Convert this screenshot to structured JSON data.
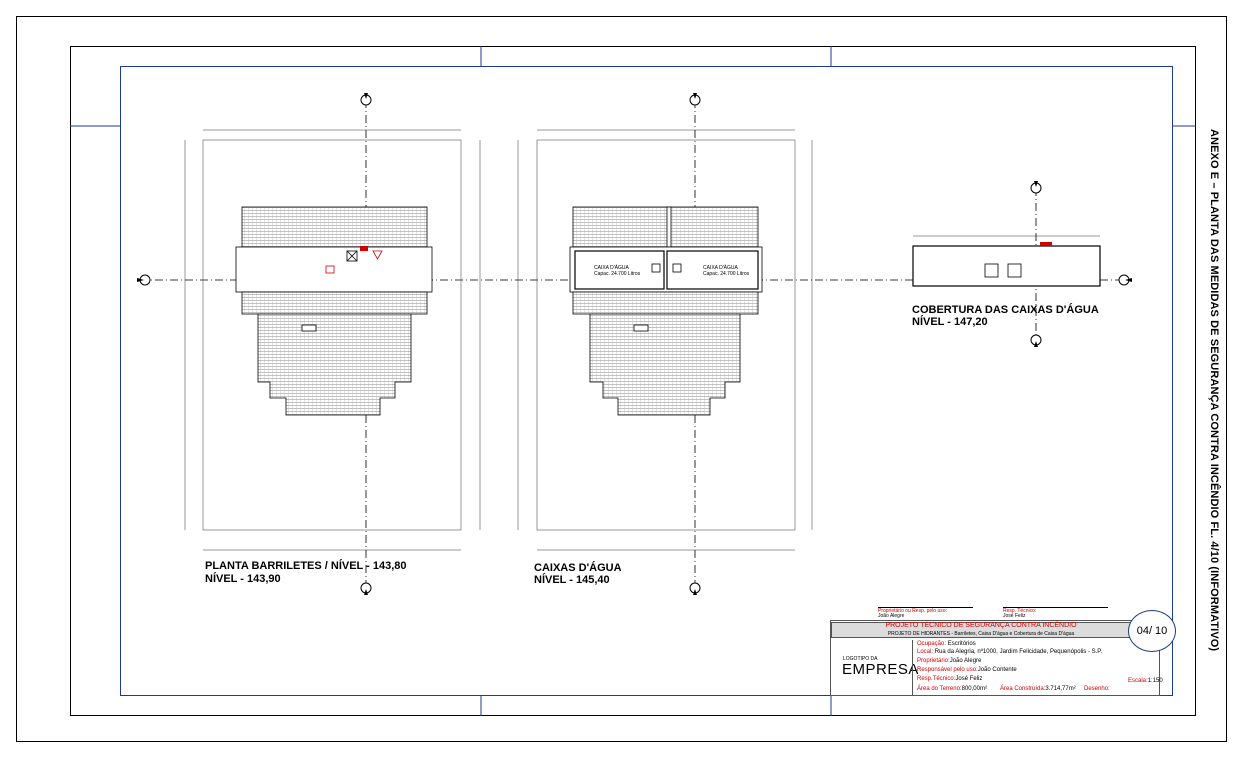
{
  "sheet": {
    "side_title": "ANEXO E – PLANTA DAS MEDIDAS DE SEGURANÇA CONTRA INCÊNDIO FL. 4/10  (INFORMATIVO)"
  },
  "views": {
    "barriletes": {
      "title_line1": "PLANTA BARRILETES / NÍVEL - 143,80",
      "title_line2": "NÍVEL - 143,90"
    },
    "caixas": {
      "title_line1": "CAIXAS D'ÁGUA",
      "title_line2": "NÍVEL - 145,40",
      "tank1_name": "CAIXA D'ÁGUA",
      "tank1_cap": "Capac. 24.700 Litros",
      "tank2_name": "CAIXA D'ÁGUA",
      "tank2_cap": "Capac. 24.700 Litros"
    },
    "cobertura": {
      "title_line1": "COBERTURA DAS CAIXAS D'ÁGUA",
      "title_line2": "NÍVEL - 147,20"
    }
  },
  "title_block": {
    "sign_left_label": "Proprietário ou Resp. pelo uso:",
    "sign_left_name": "João Alegre",
    "sign_right_label": "Resp. Técnico:",
    "sign_right_name": "José Feliz",
    "project_title": "PROJETO TÉCNICO DE SEGURANÇA CONTRA INCÊNDIO",
    "project_subtitle": "PROJETO DE HIDRANTES - Barriletes, Caixa D'água e Cobertura de Caixa D'água",
    "sheet_number": "04/ 10",
    "logo_small": "LOGOTIPO DA",
    "logo_big": "EMPRESA",
    "ocupacao_label": "Ocupação:",
    "ocupacao_value": "Escritórios",
    "local_label": "Local:",
    "local_value": "Rua da Alegria, nº1000, Jardim Felicidade, Pequenópolis - S.P.",
    "proprietario_label": "Proprietário:",
    "proprietario_value": "João Alegre",
    "responsavel_label": "Responsável pelo uso:",
    "responsavel_value": "João Contente",
    "resp_tecnico_label": "Resp.Técnico:",
    "resp_tecnico_value": "José Feliz",
    "area_terreno_label": "Área do Terreno:",
    "area_terreno_value": "800,00m²",
    "area_construida_label": "Área Construída:",
    "area_construida_value": "3.714,77m²",
    "desenho_label": "Desenho:",
    "escala_label": "Escala:",
    "escala_value": "1:150"
  }
}
